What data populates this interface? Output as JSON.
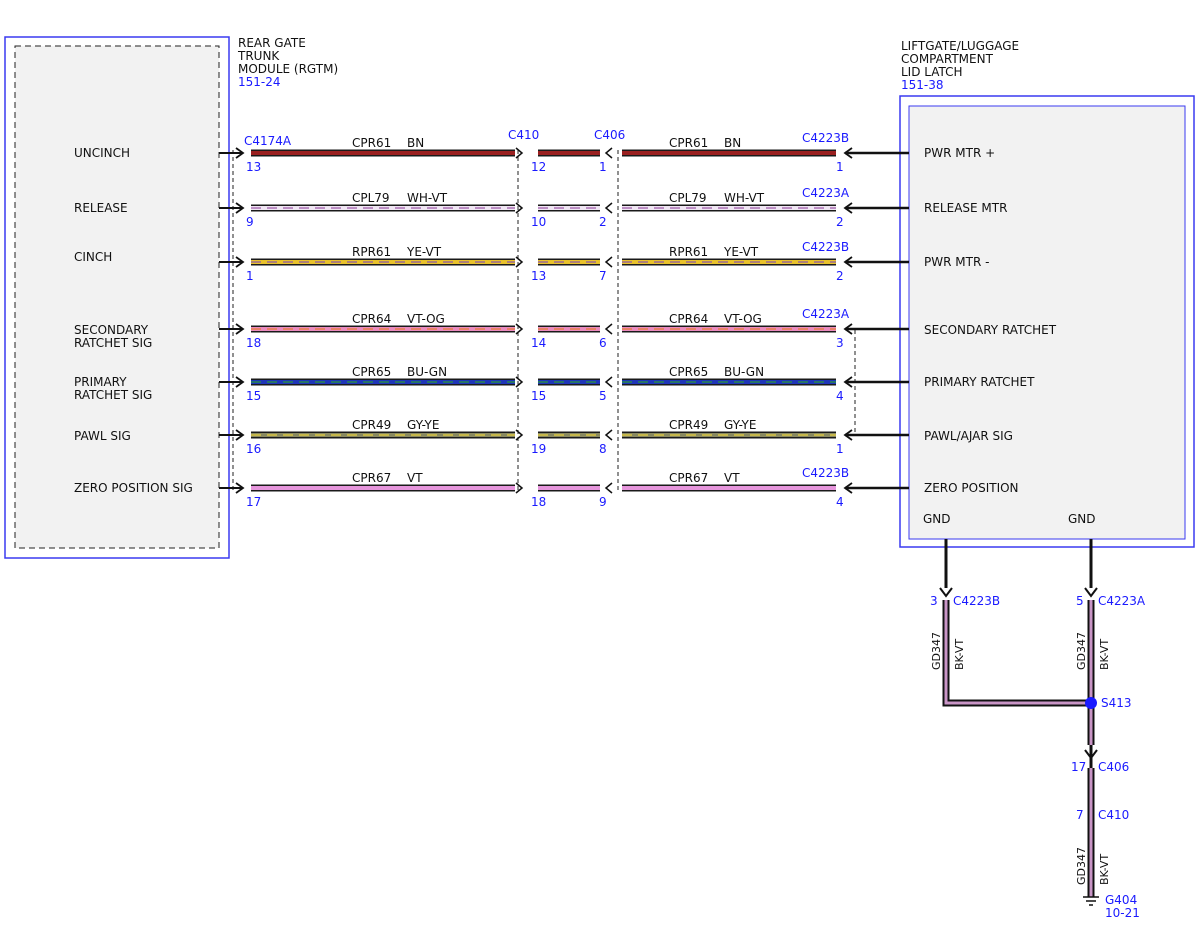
{
  "colors": {
    "module_border": "#3a3af0",
    "module_fill": "#f2f2f2",
    "ref_text": "#1a1aff",
    "splice_dot": "#1a1aff",
    "BN": "#9a2020",
    "WH-VT": "#f0e6f3",
    "YE-VT": "#e9c22c",
    "VT-OG": "#ea8abe",
    "BU-GN": "#1f36b8",
    "GY-YE": "#8a8a60",
    "VT": "#e695dc",
    "BK-VT": "#5a2b55"
  },
  "left_module": {
    "name_lines": [
      "REAR GATE",
      "TRUNK",
      "MODULE (RGTM)"
    ],
    "ref": "151-24",
    "connector": "C4174A",
    "pins": [
      "UNCINCH",
      "RELEASE",
      "CINCH",
      "SECONDARY\nRATCHET SIG",
      "PRIMARY\nRATCHET SIG",
      "PAWL SIG",
      "ZERO POSITION SIG"
    ]
  },
  "right_module": {
    "name_lines": [
      "LIFTGATE/LUGGAGE",
      "COMPARTMENT",
      "LID LATCH"
    ],
    "ref": "151-38",
    "pins": [
      "PWR MTR +",
      "RELEASE MTR",
      "PWR MTR -",
      "SECONDARY RATCHET",
      "PRIMARY RATCHET",
      "PAWL/AJAR SIG",
      "ZERO POSITION"
    ],
    "gnd_labels": [
      "GND",
      "GND"
    ]
  },
  "inline_connectors": [
    "C410",
    "C406"
  ],
  "circuits": [
    {
      "circuit": "CPR61",
      "color": "BN",
      "left_pin": "13",
      "c410_pin": "12",
      "c406_pin": "1",
      "right_conn": "C4223B",
      "right_pin": "1"
    },
    {
      "circuit": "CPL79",
      "color": "WH-VT",
      "left_pin": "9",
      "c410_pin": "10",
      "c406_pin": "2",
      "right_conn": "C4223A",
      "right_pin": "2"
    },
    {
      "circuit": "RPR61",
      "color": "YE-VT",
      "left_pin": "1",
      "c410_pin": "13",
      "c406_pin": "7",
      "right_conn": "C4223B",
      "right_pin": "2"
    },
    {
      "circuit": "CPR64",
      "color": "VT-OG",
      "left_pin": "18",
      "c410_pin": "14",
      "c406_pin": "6",
      "right_conn": "C4223A",
      "right_pin": "3"
    },
    {
      "circuit": "CPR65",
      "color": "BU-GN",
      "left_pin": "15",
      "c410_pin": "15",
      "c406_pin": "5",
      "right_conn": "",
      "right_pin": "4"
    },
    {
      "circuit": "CPR49",
      "color": "GY-YE",
      "left_pin": "16",
      "c410_pin": "19",
      "c406_pin": "8",
      "right_conn": "",
      "right_pin": "1"
    },
    {
      "circuit": "CPR67",
      "color": "VT",
      "left_pin": "17",
      "c410_pin": "18",
      "c406_pin": "9",
      "right_conn": "C4223B",
      "right_pin": "4"
    }
  ],
  "ground": {
    "wires": [
      {
        "pin": "3",
        "connector": "C4223B",
        "circuit": "GD347",
        "color": "BK-VT"
      },
      {
        "pin": "5",
        "connector": "C4223A",
        "circuit": "GD347",
        "color": "BK-VT"
      }
    ],
    "splice": "S413",
    "trunk_connectors": [
      {
        "pin": "17",
        "name": "C406"
      },
      {
        "pin": "7",
        "name": "C410"
      }
    ],
    "trunk_circuit": "GD347",
    "trunk_color": "BK-VT",
    "ground_point": "G404",
    "ground_ref": "10-21"
  }
}
